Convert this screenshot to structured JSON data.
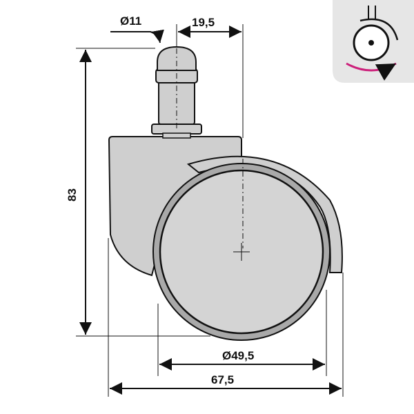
{
  "dimensions": {
    "stem_diameter": "Ø11",
    "stem_offset": "19,5",
    "total_height": "83",
    "wheel_diameter": "Ø49,5",
    "total_width": "67,5"
  },
  "badge": {
    "icon": "swivel-rotation-icon",
    "accent_color": "#cc1f7a"
  },
  "colors": {
    "body_fill": "#cfcfcf",
    "wheel_fill": "#d4d4d4",
    "tread_fill": "#a9a9a9",
    "badge_bg": "#e6e6e6",
    "line": "#111111"
  }
}
